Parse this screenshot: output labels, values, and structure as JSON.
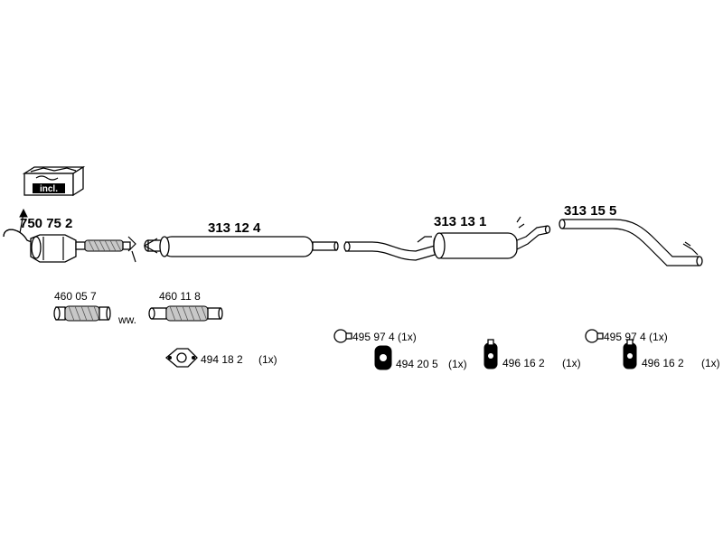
{
  "diagram": {
    "kit_box": {
      "label": "incl."
    },
    "assemblies": {
      "catalytic_converter": "750 75 2",
      "front_silencer": "313 12 4",
      "middle_silencer": "313 13 1",
      "tail_pipe": "313 15 5"
    },
    "flex_pipes": {
      "left": "460 05 7",
      "right": "460 11 8",
      "alternative": "ww."
    },
    "fittings": {
      "gasket": "494 18 2",
      "gasket_qty": "(1x)",
      "clamp_middle": "495 97 4 (1x)",
      "hanger_middle": "494 20 5",
      "hanger_middle_qty": "(1x)",
      "rubber_middle": "496 16 2",
      "rubber_middle_qty": "(1x)",
      "clamp_rear": "495 97 4 (1x)",
      "rubber_rear": "496 16 2",
      "rubber_rear_qty": "(1x)"
    }
  }
}
